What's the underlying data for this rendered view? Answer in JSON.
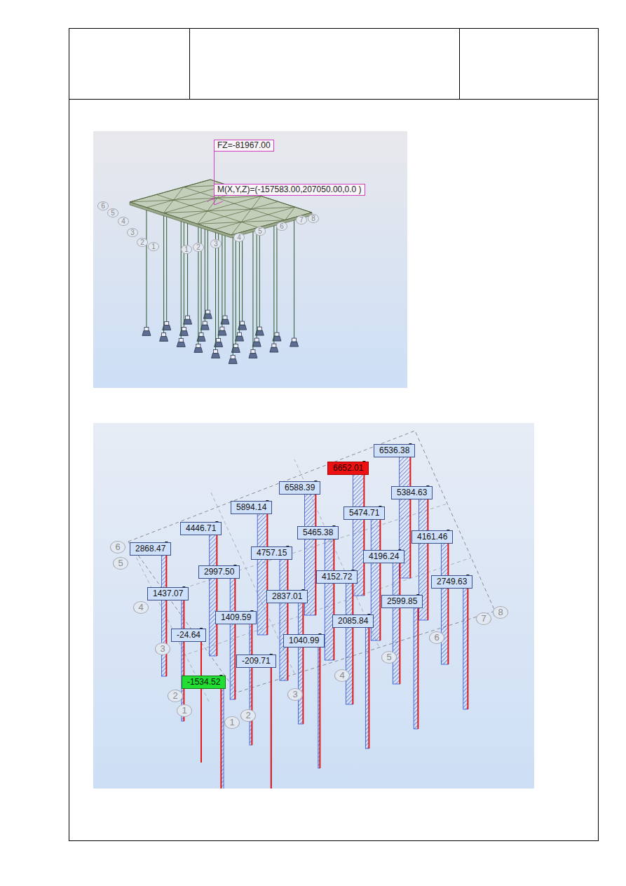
{
  "diagram": {
    "nodes": [
      {
        "text": [
          "FZ=-81967.00"
        ]
      },
      {
        "text": [
          "M(X,Y,Z)=(-157583.00,207050.00,0.0 )"
        ]
      },
      {
        "text": [
          "6"
        ]
      },
      {
        "text": [
          "5"
        ]
      },
      {
        "text": [
          "4"
        ]
      },
      {
        "text": [
          "3"
        ]
      },
      {
        "text": [
          "2"
        ]
      },
      {
        "text": [
          "1"
        ]
      },
      {
        "text": [
          "1"
        ]
      },
      {
        "text": [
          "2"
        ]
      },
      {
        "text": [
          "3"
        ]
      },
      {
        "text": [
          "4"
        ]
      },
      {
        "text": [
          "5"
        ]
      },
      {
        "text": [
          "6"
        ]
      },
      {
        "text": [
          "7"
        ]
      },
      {
        "text": [
          "8"
        ]
      },
      {
        "text": [
          "6536.38"
        ]
      },
      {
        "text": [
          "6652.01"
        ]
      },
      {
        "text": [
          "6588.39"
        ]
      },
      {
        "text": [
          "5384.63"
        ]
      },
      {
        "text": [
          "5894.14"
        ]
      },
      {
        "text": [
          "5474.71"
        ]
      },
      {
        "text": [
          "4446.71"
        ]
      },
      {
        "text": [
          "5465.38"
        ]
      },
      {
        "text": [
          "4161.46"
        ]
      },
      {
        "text": [
          "2868.47"
        ]
      },
      {
        "text": [
          "4757.15"
        ]
      },
      {
        "text": [
          "4196.24"
        ]
      },
      {
        "text": [
          "2997.50"
        ]
      },
      {
        "text": [
          "4152.72"
        ]
      },
      {
        "text": [
          "2749.63"
        ]
      },
      {
        "text": [
          "1437.07"
        ]
      },
      {
        "text": [
          "2837.01"
        ]
      },
      {
        "text": [
          "2599.85"
        ]
      },
      {
        "text": [
          "1409.59"
        ]
      },
      {
        "text": [
          "2085.84"
        ]
      },
      {
        "text": [
          "-24.64"
        ]
      },
      {
        "text": [
          "1040.99"
        ]
      },
      {
        "text": [
          "-209.71"
        ]
      },
      {
        "text": [
          "-1534.52"
        ]
      },
      {
        "text": [
          "6"
        ]
      },
      {
        "text": [
          "5"
        ]
      },
      {
        "text": [
          "4"
        ]
      },
      {
        "text": [
          "3"
        ]
      },
      {
        "text": [
          "2"
        ]
      },
      {
        "text": [
          "1"
        ]
      },
      {
        "text": [
          "1"
        ]
      },
      {
        "text": [
          "2"
        ]
      },
      {
        "text": [
          "3"
        ]
      },
      {
        "text": [
          "4"
        ]
      },
      {
        "text": [
          "5"
        ]
      },
      {
        "text": [
          "6"
        ]
      },
      {
        "text": [
          "7"
        ]
      },
      {
        "text": [
          "8"
        ]
      }
    ]
  }
}
